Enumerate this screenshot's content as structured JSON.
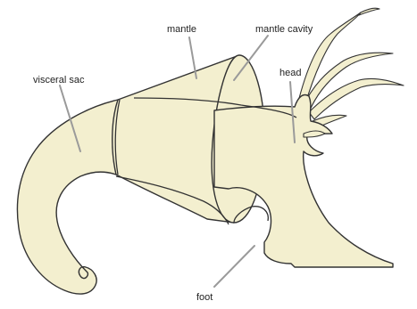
{
  "diagram": {
    "labels": {
      "mantle": "mantle",
      "mantle_cavity": "mantle cavity",
      "head": "head",
      "visceral_sac": "visceral sac",
      "foot": "foot"
    },
    "colors": {
      "body_fill": "#f3efcf",
      "outline": "#333333",
      "leader_line": "#9a9a9a",
      "text": "#222222"
    }
  }
}
